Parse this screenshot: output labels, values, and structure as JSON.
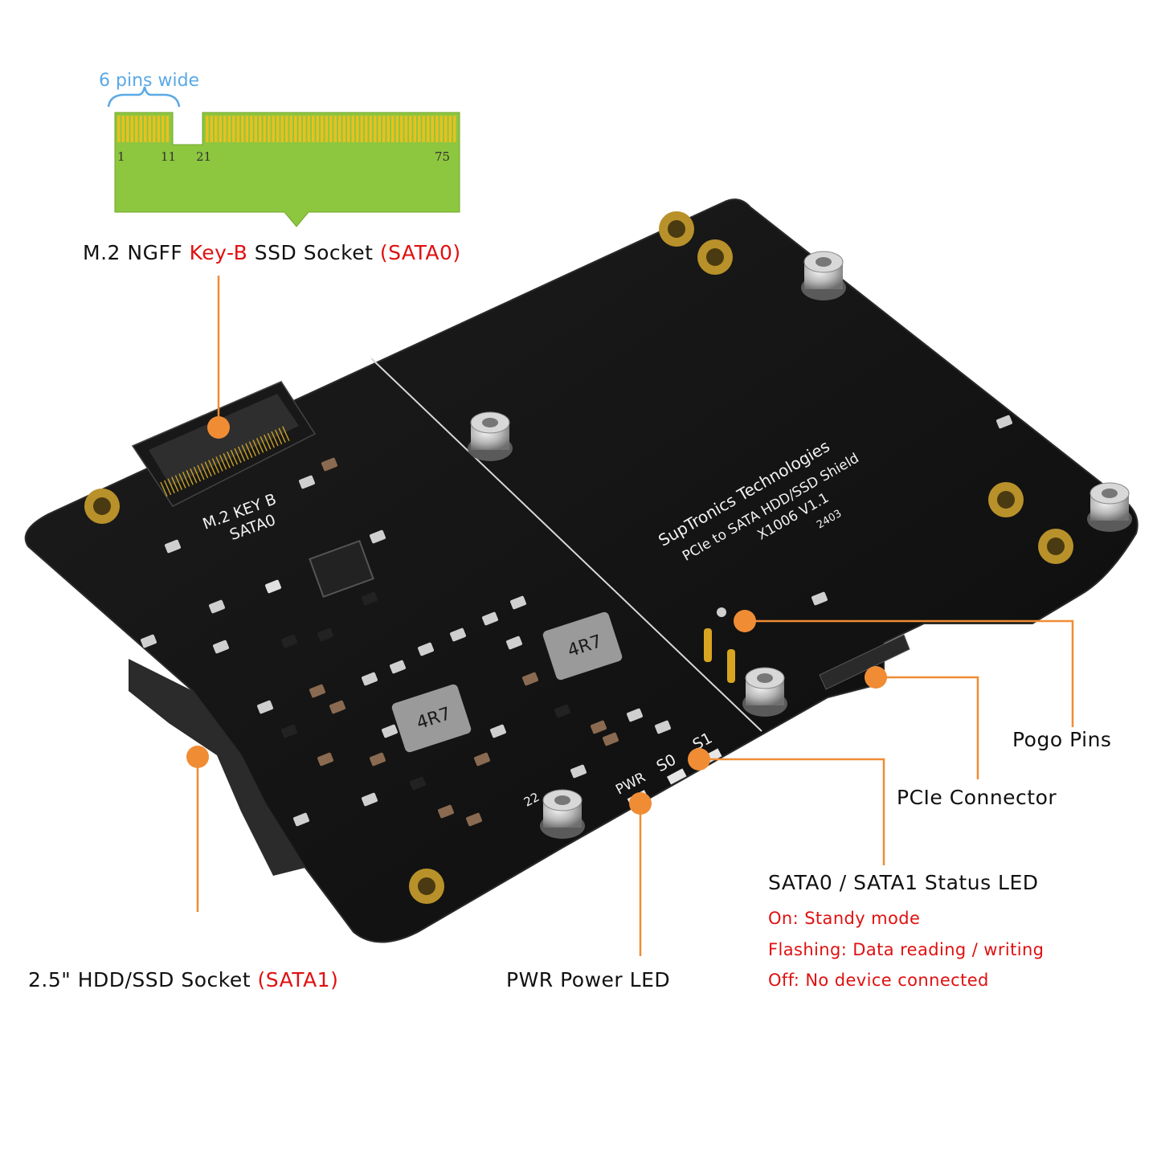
{
  "colors": {
    "callout": "#f08c34",
    "highlight_red": "#e01010",
    "board": "#111111",
    "pad_gold": "#d4a017",
    "card_green": "#8dc63f",
    "pins_gold": "#e8c020",
    "diagram_blue": "#5aa9e6"
  },
  "pin_diagram": {
    "width_label": "6 pins wide",
    "pin_1": "1",
    "pin_11": "11",
    "pin_21": "21",
    "pin_75": "75"
  },
  "labels": {
    "m2_socket": {
      "prefix": "M.2 NGFF ",
      "key": "Key-B",
      "mid": " SSD Socket ",
      "sata": "(SATA0)"
    },
    "hdd_socket": {
      "prefix": "2.5\" HDD/SSD Socket ",
      "sata": "(SATA1)"
    },
    "pwr_led": "PWR Power LED",
    "status_led": {
      "title": "SATA0 / SATA1 Status LED",
      "notes": [
        "On: Standy mode",
        "Flashing: Data reading / writing",
        "Off: No device connected"
      ]
    },
    "pcie_connector": "PCIe Connector",
    "pogo_pins": "Pogo Pins"
  },
  "board_silkscreen": {
    "brand": "SupTronics Technologies",
    "product": "PCIe to SATA HDD/SSD Shield",
    "model": "X1006 V1.1",
    "date_code": "2403",
    "m2_key": "M.2 KEY B",
    "m2_sata": "SATA0",
    "inductor_1": "4R7",
    "inductor_2": "4R7",
    "led_pwr": "PWR",
    "led_s0": "S0",
    "led_s1": "S1",
    "small_code": "22"
  }
}
